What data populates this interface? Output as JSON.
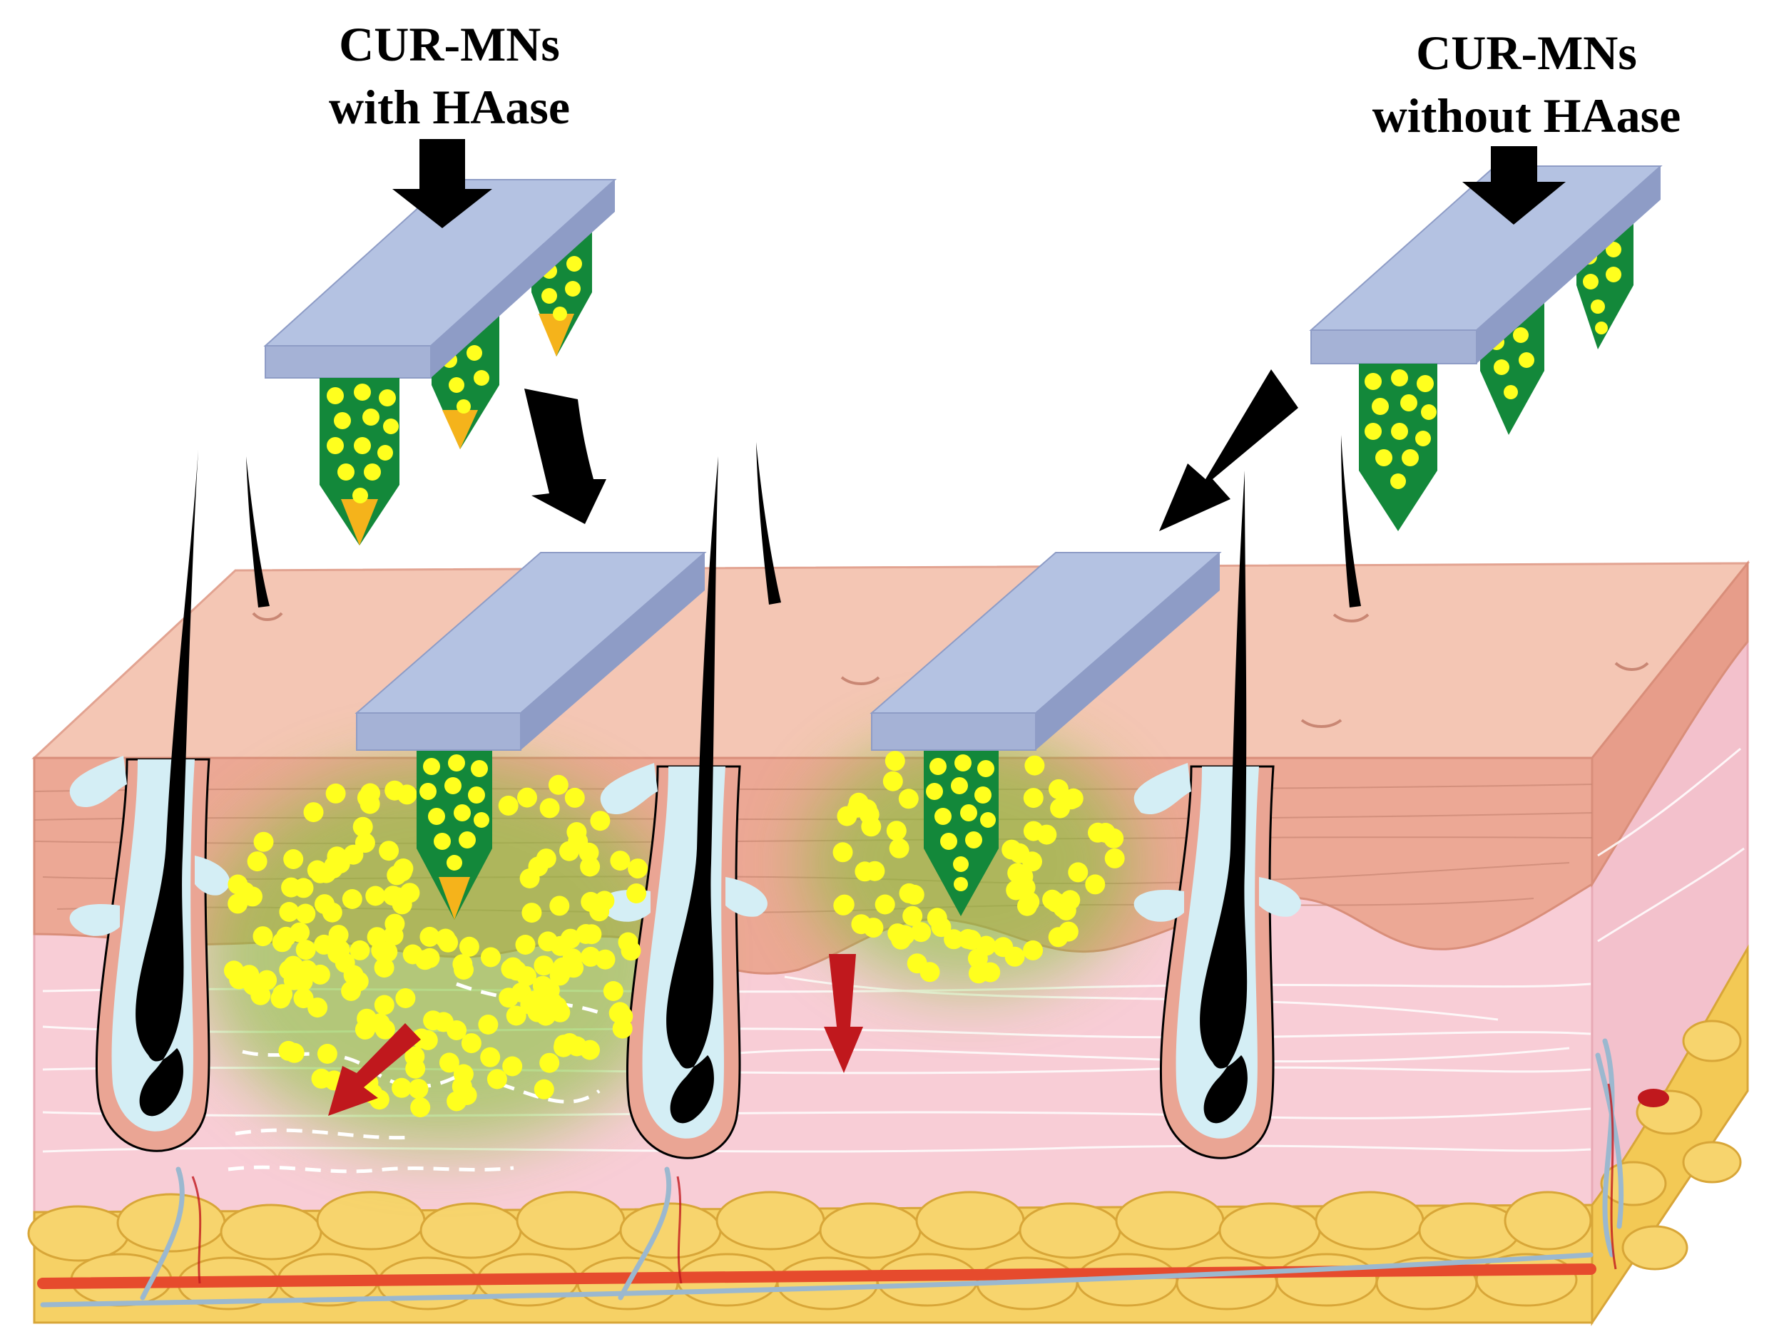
{
  "labels": {
    "with_haase": [
      "CUR-MNs",
      "with HAase"
    ],
    "without_haase": [
      "CUR-MNs",
      "without HAase"
    ]
  },
  "colors": {
    "patch_top": "#b4c2e2",
    "patch_front": "#a5b2d6",
    "patch_side": "#8e9cc6",
    "needle_body": "#13883a",
    "needle_tip_haase": "#f5b31b",
    "drug_particle": "#ffff1e",
    "diffusion_glow": "#7cc32f",
    "epidermis_top": "#f4c6b4",
    "epidermis_front": "#eca895",
    "dermis": "#f8cdd6",
    "fat": "#f6d165",
    "fat_outline": "#d8a638",
    "blood_vessel": "#e64b2d",
    "nerve": "#9bb8cf",
    "hair": "#000000",
    "follicle_sheath": "#d4eef5",
    "arrow_black": "#000000",
    "arrow_red": "#c0181d"
  },
  "icons": {
    "patch": "microneedle-patch-icon",
    "hair": "hair-follicle-icon",
    "process_arrow": "arrow-icon",
    "diffusion_arrow": "red-arrow-icon"
  }
}
